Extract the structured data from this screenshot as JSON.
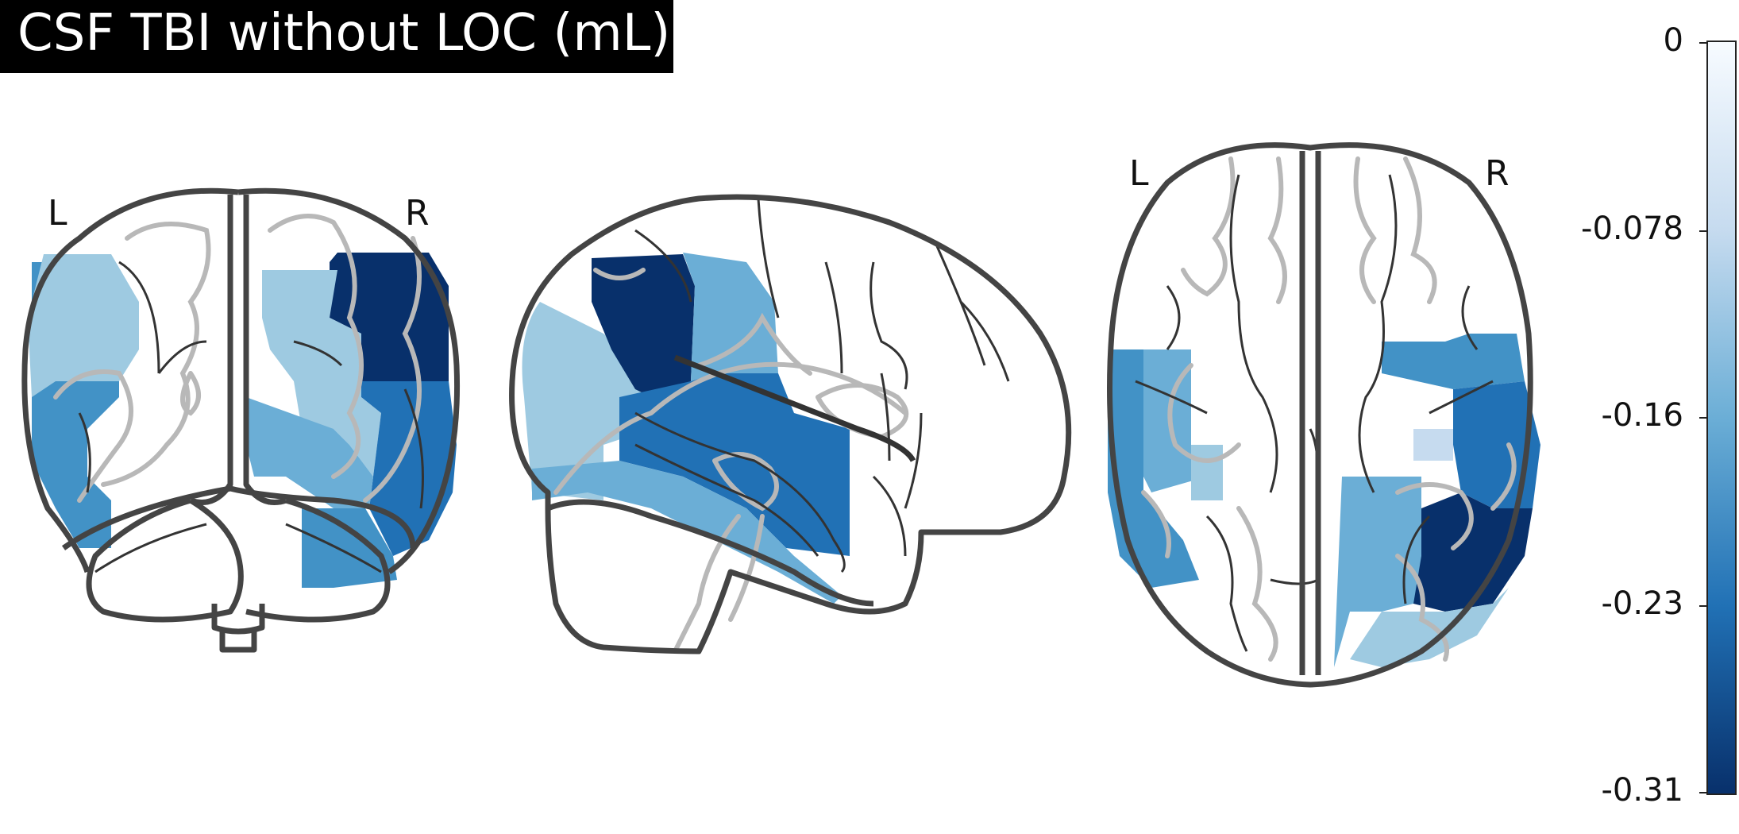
{
  "title": "CSF TBI without LOC (mL)",
  "views": {
    "coronal": {
      "left_label": "L",
      "right_label": "R"
    },
    "axial": {
      "left_label": "L",
      "right_label": "R"
    }
  },
  "colorbar": {
    "colormap": "Blues_r",
    "vmin": -0.31,
    "vmax": 0,
    "ticks": [
      "0",
      "-0.078",
      "-0.16",
      "-0.23",
      "-0.31"
    ],
    "colors": [
      "#f7fbff",
      "#c6dbef",
      "#6baed6",
      "#2171b5",
      "#08306b"
    ]
  }
}
